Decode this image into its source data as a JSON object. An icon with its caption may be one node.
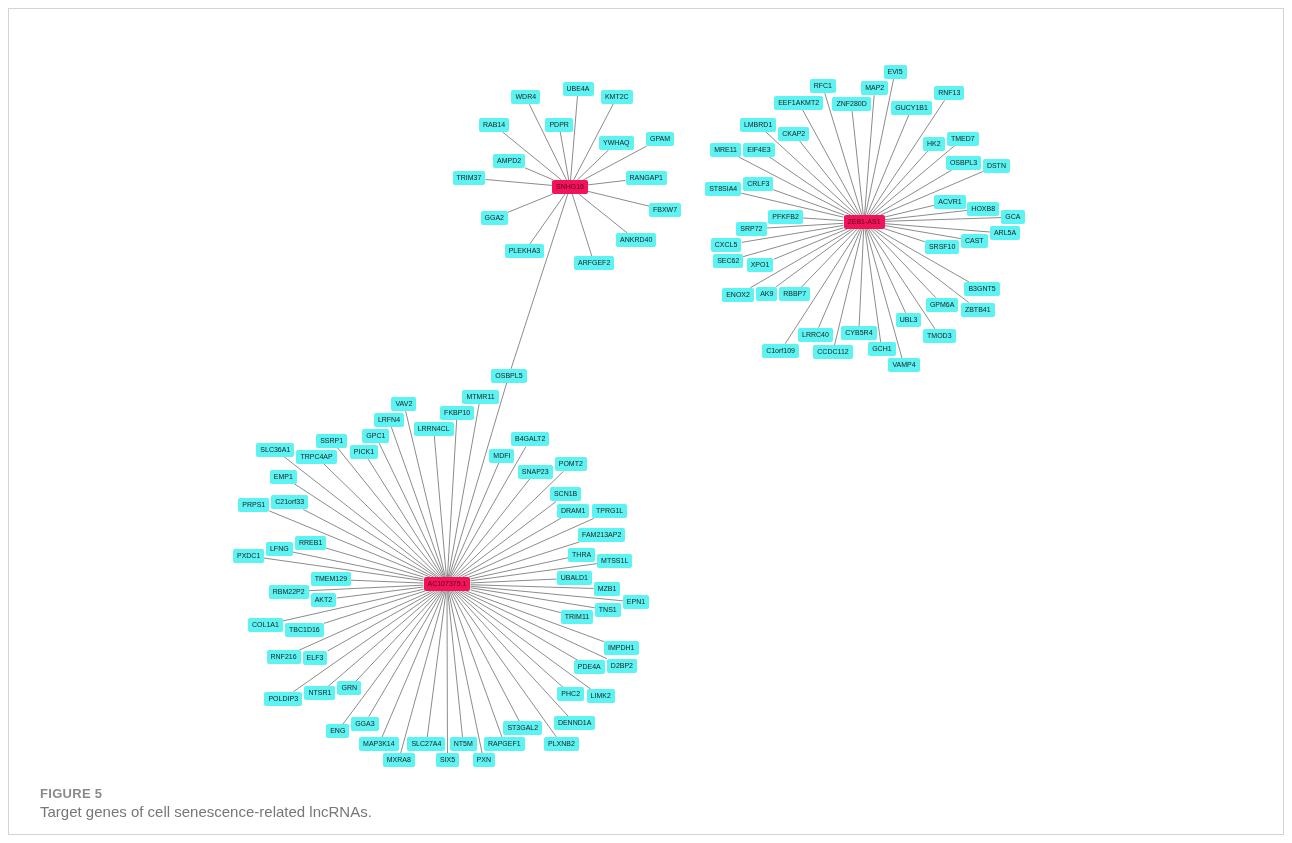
{
  "diagram": {
    "title": "FIGURE 5",
    "caption": "Target genes of cell senescence-related lncRNAs.",
    "nodes": [
      {
        "text": [
          "SNHG16"
        ]
      },
      {
        "text": [
          "WDR4"
        ]
      },
      {
        "text": [
          "UBE4A"
        ]
      },
      {
        "text": [
          "KMT2C"
        ]
      },
      {
        "text": [
          "RAB14"
        ]
      },
      {
        "text": [
          "PDPR"
        ]
      },
      {
        "text": [
          "YWHAQ"
        ]
      },
      {
        "text": [
          "GPAM"
        ]
      },
      {
        "text": [
          "AMPD2"
        ]
      },
      {
        "text": [
          "TRIM37"
        ]
      },
      {
        "text": [
          "RANGAP1"
        ]
      },
      {
        "text": [
          "GGA2"
        ]
      },
      {
        "text": [
          "FBXW7"
        ]
      },
      {
        "text": [
          "ANKRD40"
        ]
      },
      {
        "text": [
          "PLEKHA3"
        ]
      },
      {
        "text": [
          "ARFGEF2"
        ]
      },
      {
        "text": [
          "ZEB1-AS1"
        ]
      },
      {
        "text": [
          "RFC1"
        ]
      },
      {
        "text": [
          "EVI5"
        ]
      },
      {
        "text": [
          "RNF13"
        ]
      },
      {
        "text": [
          "LMBRD1"
        ]
      },
      {
        "text": [
          "EEF1AKMT2"
        ]
      },
      {
        "text": [
          "MAP2"
        ]
      },
      {
        "text": [
          "GUCY1B1"
        ]
      },
      {
        "text": [
          "TMED7"
        ]
      },
      {
        "text": [
          "MRE11"
        ]
      },
      {
        "text": [
          "EIF4E3"
        ]
      },
      {
        "text": [
          "ZNF280D"
        ]
      },
      {
        "text": [
          "OSBPL3"
        ]
      },
      {
        "text": [
          "DSTN"
        ]
      },
      {
        "text": [
          "ST8SIA4"
        ]
      },
      {
        "text": [
          "CRLF3"
        ]
      },
      {
        "text": [
          "CKAP2"
        ]
      },
      {
        "text": [
          "HK2"
        ]
      },
      {
        "text": [
          "ACVR1"
        ]
      },
      {
        "text": [
          "HOXB8"
        ]
      },
      {
        "text": [
          "GCA"
        ]
      },
      {
        "text": [
          "CXCL5"
        ]
      },
      {
        "text": [
          "SRP72"
        ]
      },
      {
        "text": [
          "PFKFB2"
        ]
      },
      {
        "text": [
          "CAST"
        ]
      },
      {
        "text": [
          "ARL5A"
        ]
      },
      {
        "text": [
          "SRSF10"
        ]
      },
      {
        "text": [
          "SEC62"
        ]
      },
      {
        "text": [
          "XPO1"
        ]
      },
      {
        "text": [
          "RBBP7"
        ]
      },
      {
        "text": [
          "B3GNT5"
        ]
      },
      {
        "text": [
          "CYB5R4"
        ]
      },
      {
        "text": [
          "GPM6A"
        ]
      },
      {
        "text": [
          "ENOX2"
        ]
      },
      {
        "text": [
          "AK9"
        ]
      },
      {
        "text": [
          "LRRC40"
        ]
      },
      {
        "text": [
          "UBL3"
        ]
      },
      {
        "text": [
          "ZBTB41"
        ]
      },
      {
        "text": [
          "C1orf109"
        ]
      },
      {
        "text": [
          "GCH1"
        ]
      },
      {
        "text": [
          "TMOD3"
        ]
      },
      {
        "text": [
          "CCDC112"
        ]
      },
      {
        "text": [
          "VAMP4"
        ]
      },
      {
        "text": [
          "OSBPL5"
        ]
      },
      {
        "text": [
          "SSRP1"
        ]
      },
      {
        "text": [
          "VAV2"
        ]
      },
      {
        "text": [
          "MTMR11"
        ]
      },
      {
        "text": [
          "SLC36A1"
        ]
      },
      {
        "text": [
          "LRFN4"
        ]
      },
      {
        "text": [
          "B4GALT2"
        ]
      },
      {
        "text": [
          "FKBP10"
        ]
      },
      {
        "text": [
          "MDFI"
        ]
      },
      {
        "text": [
          "EMP1"
        ]
      },
      {
        "text": [
          "GPC1"
        ]
      },
      {
        "text": [
          "SNAP23"
        ]
      },
      {
        "text": [
          "POMT2"
        ]
      },
      {
        "text": [
          "TRPC4AP"
        ]
      },
      {
        "text": [
          "LRRN4CL"
        ]
      },
      {
        "text": [
          "C21orf33"
        ]
      },
      {
        "text": [
          "PRPS1"
        ]
      },
      {
        "text": [
          "PICK1"
        ]
      },
      {
        "text": [
          "SCN1B"
        ]
      },
      {
        "text": [
          "TPRG1L"
        ]
      },
      {
        "text": [
          "TMEM129"
        ]
      },
      {
        "text": [
          "DRAM1"
        ]
      },
      {
        "text": [
          "RREB1"
        ]
      },
      {
        "text": [
          "UBALD1"
        ]
      },
      {
        "text": [
          "FAM213AP2"
        ]
      },
      {
        "text": [
          "PXDC1"
        ]
      },
      {
        "text": [
          "LFNG"
        ]
      },
      {
        "text": [
          "AC107375.1"
        ]
      },
      {
        "text": [
          "THRA"
        ]
      },
      {
        "text": [
          "MTSS1L"
        ]
      },
      {
        "text": [
          "AKT2"
        ]
      },
      {
        "text": [
          "RBM22P2"
        ]
      },
      {
        "text": [
          "MZB1"
        ]
      },
      {
        "text": [
          "COL1A1"
        ]
      },
      {
        "text": [
          "TBC1D16"
        ]
      },
      {
        "text": [
          "TRIM11"
        ]
      },
      {
        "text": [
          "TNS1"
        ]
      },
      {
        "text": [
          "EPN1"
        ]
      },
      {
        "text": [
          "GRN"
        ]
      },
      {
        "text": [
          "RNF216"
        ]
      },
      {
        "text": [
          "ELF3"
        ]
      },
      {
        "text": [
          "GGA3"
        ]
      },
      {
        "text": [
          "NT5M"
        ]
      },
      {
        "text": [
          "ST3GAL2"
        ]
      },
      {
        "text": [
          "PDE4A"
        ]
      },
      {
        "text": [
          "IMPDH1"
        ]
      },
      {
        "text": [
          "POLDIP3"
        ]
      },
      {
        "text": [
          "NTSR1"
        ]
      },
      {
        "text": [
          "MAP3K14"
        ]
      },
      {
        "text": [
          "RAPGEF1"
        ]
      },
      {
        "text": [
          "PHC2"
        ]
      },
      {
        "text": [
          "LIMK2"
        ]
      },
      {
        "text": [
          "D2BP2"
        ]
      },
      {
        "text": [
          "PXN"
        ]
      },
      {
        "text": [
          "DENND1A"
        ]
      },
      {
        "text": [
          "ENG"
        ]
      },
      {
        "text": [
          "SLC27A4"
        ]
      },
      {
        "text": [
          "MXRA8"
        ]
      },
      {
        "text": [
          "SIX5"
        ]
      },
      {
        "text": [
          "PLXNB2"
        ]
      }
    ],
    "edges": [
      {
        "from": 1,
        "to": 0,
        "arrow": "none"
      },
      {
        "from": 2,
        "to": 0,
        "arrow": "none"
      },
      {
        "from": 3,
        "to": 0,
        "arrow": "none"
      },
      {
        "from": 4,
        "to": 0,
        "arrow": "none"
      },
      {
        "from": 5,
        "to": 0,
        "arrow": "none"
      },
      {
        "from": 6,
        "to": 0,
        "arrow": "none"
      },
      {
        "from": 7,
        "to": 0,
        "arrow": "none"
      },
      {
        "from": 8,
        "to": 0,
        "arrow": "none"
      },
      {
        "from": 9,
        "to": 0,
        "arrow": "none"
      },
      {
        "from": 10,
        "to": 0,
        "arrow": "none"
      },
      {
        "from": 11,
        "to": 0,
        "arrow": "none"
      },
      {
        "from": 12,
        "to": 0,
        "arrow": "none"
      },
      {
        "from": 13,
        "to": 0,
        "arrow": "none"
      },
      {
        "from": 14,
        "to": 0,
        "arrow": "none"
      },
      {
        "from": 15,
        "to": 0,
        "arrow": "none"
      },
      {
        "from": 17,
        "to": 16,
        "arrow": "none"
      },
      {
        "from": 18,
        "to": 16,
        "arrow": "none"
      },
      {
        "from": 19,
        "to": 16,
        "arrow": "none"
      },
      {
        "from": 20,
        "to": 16,
        "arrow": "none"
      },
      {
        "from": 21,
        "to": 16,
        "arrow": "none"
      },
      {
        "from": 22,
        "to": 16,
        "arrow": "none"
      },
      {
        "from": 23,
        "to": 16,
        "arrow": "none"
      },
      {
        "from": 24,
        "to": 16,
        "arrow": "none"
      },
      {
        "from": 25,
        "to": 16,
        "arrow": "none"
      },
      {
        "from": 26,
        "to": 16,
        "arrow": "none"
      },
      {
        "from": 27,
        "to": 16,
        "arrow": "none"
      },
      {
        "from": 28,
        "to": 16,
        "arrow": "none"
      },
      {
        "from": 29,
        "to": 16,
        "arrow": "none"
      },
      {
        "from": 30,
        "to": 16,
        "arrow": "none"
      },
      {
        "from": 31,
        "to": 16,
        "arrow": "none"
      },
      {
        "from": 32,
        "to": 16,
        "arrow": "none"
      },
      {
        "from": 33,
        "to": 16,
        "arrow": "none"
      },
      {
        "from": 34,
        "to": 16,
        "arrow": "none"
      },
      {
        "from": 35,
        "to": 16,
        "arrow": "none"
      },
      {
        "from": 36,
        "to": 16,
        "arrow": "none"
      },
      {
        "from": 37,
        "to": 16,
        "arrow": "none"
      },
      {
        "from": 38,
        "to": 16,
        "arrow": "none"
      },
      {
        "from": 39,
        "to": 16,
        "arrow": "none"
      },
      {
        "from": 40,
        "to": 16,
        "arrow": "none"
      },
      {
        "from": 41,
        "to": 16,
        "arrow": "none"
      },
      {
        "from": 42,
        "to": 16,
        "arrow": "none"
      },
      {
        "from": 43,
        "to": 16,
        "arrow": "none"
      },
      {
        "from": 44,
        "to": 16,
        "arrow": "none"
      },
      {
        "from": 45,
        "to": 16,
        "arrow": "none"
      },
      {
        "from": 46,
        "to": 16,
        "arrow": "none"
      },
      {
        "from": 47,
        "to": 16,
        "arrow": "none"
      },
      {
        "from": 48,
        "to": 16,
        "arrow": "none"
      },
      {
        "from": 49,
        "to": 16,
        "arrow": "none"
      },
      {
        "from": 50,
        "to": 16,
        "arrow": "none"
      },
      {
        "from": 51,
        "to": 16,
        "arrow": "none"
      },
      {
        "from": 52,
        "to": 16,
        "arrow": "none"
      },
      {
        "from": 53,
        "to": 16,
        "arrow": "none"
      },
      {
        "from": 54,
        "to": 16,
        "arrow": "none"
      },
      {
        "from": 55,
        "to": 16,
        "arrow": "none"
      },
      {
        "from": 56,
        "to": 16,
        "arrow": "none"
      },
      {
        "from": 57,
        "to": 16,
        "arrow": "none"
      },
      {
        "from": 58,
        "to": 16,
        "arrow": "none"
      },
      {
        "from": 59,
        "to": 0,
        "arrow": "none"
      },
      {
        "from": 59,
        "to": 86,
        "arrow": "none"
      },
      {
        "from": 60,
        "to": 86,
        "arrow": "none"
      },
      {
        "from": 61,
        "to": 86,
        "arrow": "none"
      },
      {
        "from": 62,
        "to": 86,
        "arrow": "none"
      },
      {
        "from": 63,
        "to": 86,
        "arrow": "none"
      },
      {
        "from": 64,
        "to": 86,
        "arrow": "none"
      },
      {
        "from": 65,
        "to": 86,
        "arrow": "none"
      },
      {
        "from": 66,
        "to": 86,
        "arrow": "none"
      },
      {
        "from": 67,
        "to": 86,
        "arrow": "none"
      },
      {
        "from": 68,
        "to": 86,
        "arrow": "none"
      },
      {
        "from": 69,
        "to": 86,
        "arrow": "none"
      },
      {
        "from": 70,
        "to": 86,
        "arrow": "none"
      },
      {
        "from": 71,
        "to": 86,
        "arrow": "none"
      },
      {
        "from": 72,
        "to": 86,
        "arrow": "none"
      },
      {
        "from": 73,
        "to": 86,
        "arrow": "none"
      },
      {
        "from": 74,
        "to": 86,
        "arrow": "none"
      },
      {
        "from": 75,
        "to": 86,
        "arrow": "none"
      },
      {
        "from": 76,
        "to": 86,
        "arrow": "none"
      },
      {
        "from": 77,
        "to": 86,
        "arrow": "none"
      },
      {
        "from": 78,
        "to": 86,
        "arrow": "none"
      },
      {
        "from": 79,
        "to": 86,
        "arrow": "none"
      },
      {
        "from": 80,
        "to": 86,
        "arrow": "none"
      },
      {
        "from": 81,
        "to": 86,
        "arrow": "none"
      },
      {
        "from": 82,
        "to": 86,
        "arrow": "none"
      },
      {
        "from": 83,
        "to": 86,
        "arrow": "none"
      },
      {
        "from": 84,
        "to": 86,
        "arrow": "none"
      },
      {
        "from": 85,
        "to": 86,
        "arrow": "none"
      },
      {
        "from": 87,
        "to": 86,
        "arrow": "none"
      },
      {
        "from": 88,
        "to": 86,
        "arrow": "none"
      },
      {
        "from": 89,
        "to": 86,
        "arrow": "none"
      },
      {
        "from": 90,
        "to": 86,
        "arrow": "none"
      },
      {
        "from": 91,
        "to": 86,
        "arrow": "none"
      },
      {
        "from": 92,
        "to": 86,
        "arrow": "none"
      },
      {
        "from": 93,
        "to": 86,
        "arrow": "none"
      },
      {
        "from": 94,
        "to": 86,
        "arrow": "none"
      },
      {
        "from": 95,
        "to": 86,
        "arrow": "none"
      },
      {
        "from": 96,
        "to": 86,
        "arrow": "none"
      },
      {
        "from": 97,
        "to": 86,
        "arrow": "none"
      },
      {
        "from": 98,
        "to": 86,
        "arrow": "none"
      },
      {
        "from": 99,
        "to": 86,
        "arrow": "none"
      },
      {
        "from": 100,
        "to": 86,
        "arrow": "none"
      },
      {
        "from": 101,
        "to": 86,
        "arrow": "none"
      },
      {
        "from": 102,
        "to": 86,
        "arrow": "none"
      },
      {
        "from": 103,
        "to": 86,
        "arrow": "none"
      },
      {
        "from": 104,
        "to": 86,
        "arrow": "none"
      },
      {
        "from": 105,
        "to": 86,
        "arrow": "none"
      },
      {
        "from": 106,
        "to": 86,
        "arrow": "none"
      },
      {
        "from": 107,
        "to": 86,
        "arrow": "none"
      },
      {
        "from": 108,
        "to": 86,
        "arrow": "none"
      },
      {
        "from": 109,
        "to": 86,
        "arrow": "none"
      },
      {
        "from": 110,
        "to": 86,
        "arrow": "none"
      },
      {
        "from": 111,
        "to": 86,
        "arrow": "none"
      },
      {
        "from": 112,
        "to": 86,
        "arrow": "none"
      },
      {
        "from": 113,
        "to": 86,
        "arrow": "none"
      },
      {
        "from": 114,
        "to": 86,
        "arrow": "none"
      },
      {
        "from": 115,
        "to": 86,
        "arrow": "none"
      },
      {
        "from": 116,
        "to": 86,
        "arrow": "none"
      },
      {
        "from": 117,
        "to": 86,
        "arrow": "none"
      },
      {
        "from": 118,
        "to": 86,
        "arrow": "none"
      }
    ]
  }
}
